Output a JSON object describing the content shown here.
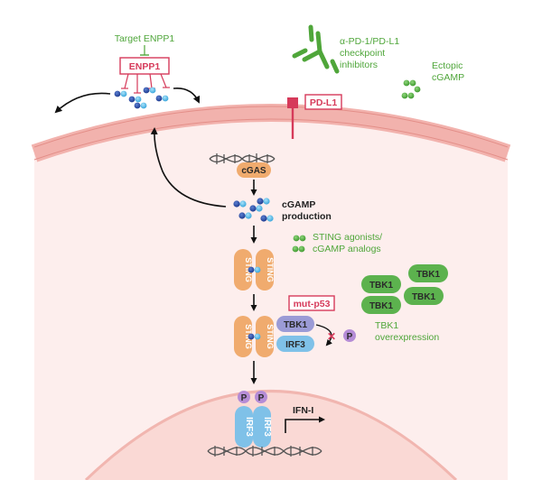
{
  "labels": {
    "target_enpp1": "Target ENPP1",
    "enpp1_box": "ENPP1",
    "pd1_line1": "α-PD-1/PD-L1",
    "pd1_line2": "checkpoint",
    "pd1_line3": "inhibitors",
    "ectopic_line1": "Ectopic",
    "ectopic_line2": "cGAMP",
    "pdl1": "PD-L1",
    "cgas": "cGAS",
    "cgamp_prod_line1": "cGAMP",
    "cgamp_prod_line2": "production",
    "sting_agonists_line1": "STING agonists/",
    "sting_agonists_line2": "cGAMP analogs",
    "sting": "STING",
    "tbk1": "TBK1",
    "tbk1_over_line1": "TBK1",
    "tbk1_over_line2": "overexpression",
    "mut_p53": "mut-p53",
    "irf3": "IRF3",
    "p": "P",
    "x_mark": "✕",
    "ifn": "IFN-I"
  },
  "colors": {
    "cell_membrane": "#f2b2ad",
    "cytoplasm": "#fdeeed",
    "nucleus": "#fbe0dd",
    "green_label": "#4fa63a",
    "enpp1_red": "#d63a5a",
    "sting_orange": "#f0ab6e",
    "tbk1_purple": "#9b9bd6",
    "irf3_blue": "#7fc1e8",
    "tbk1_green": "#5cb24e",
    "phospho_purple": "#b58cd6"
  }
}
